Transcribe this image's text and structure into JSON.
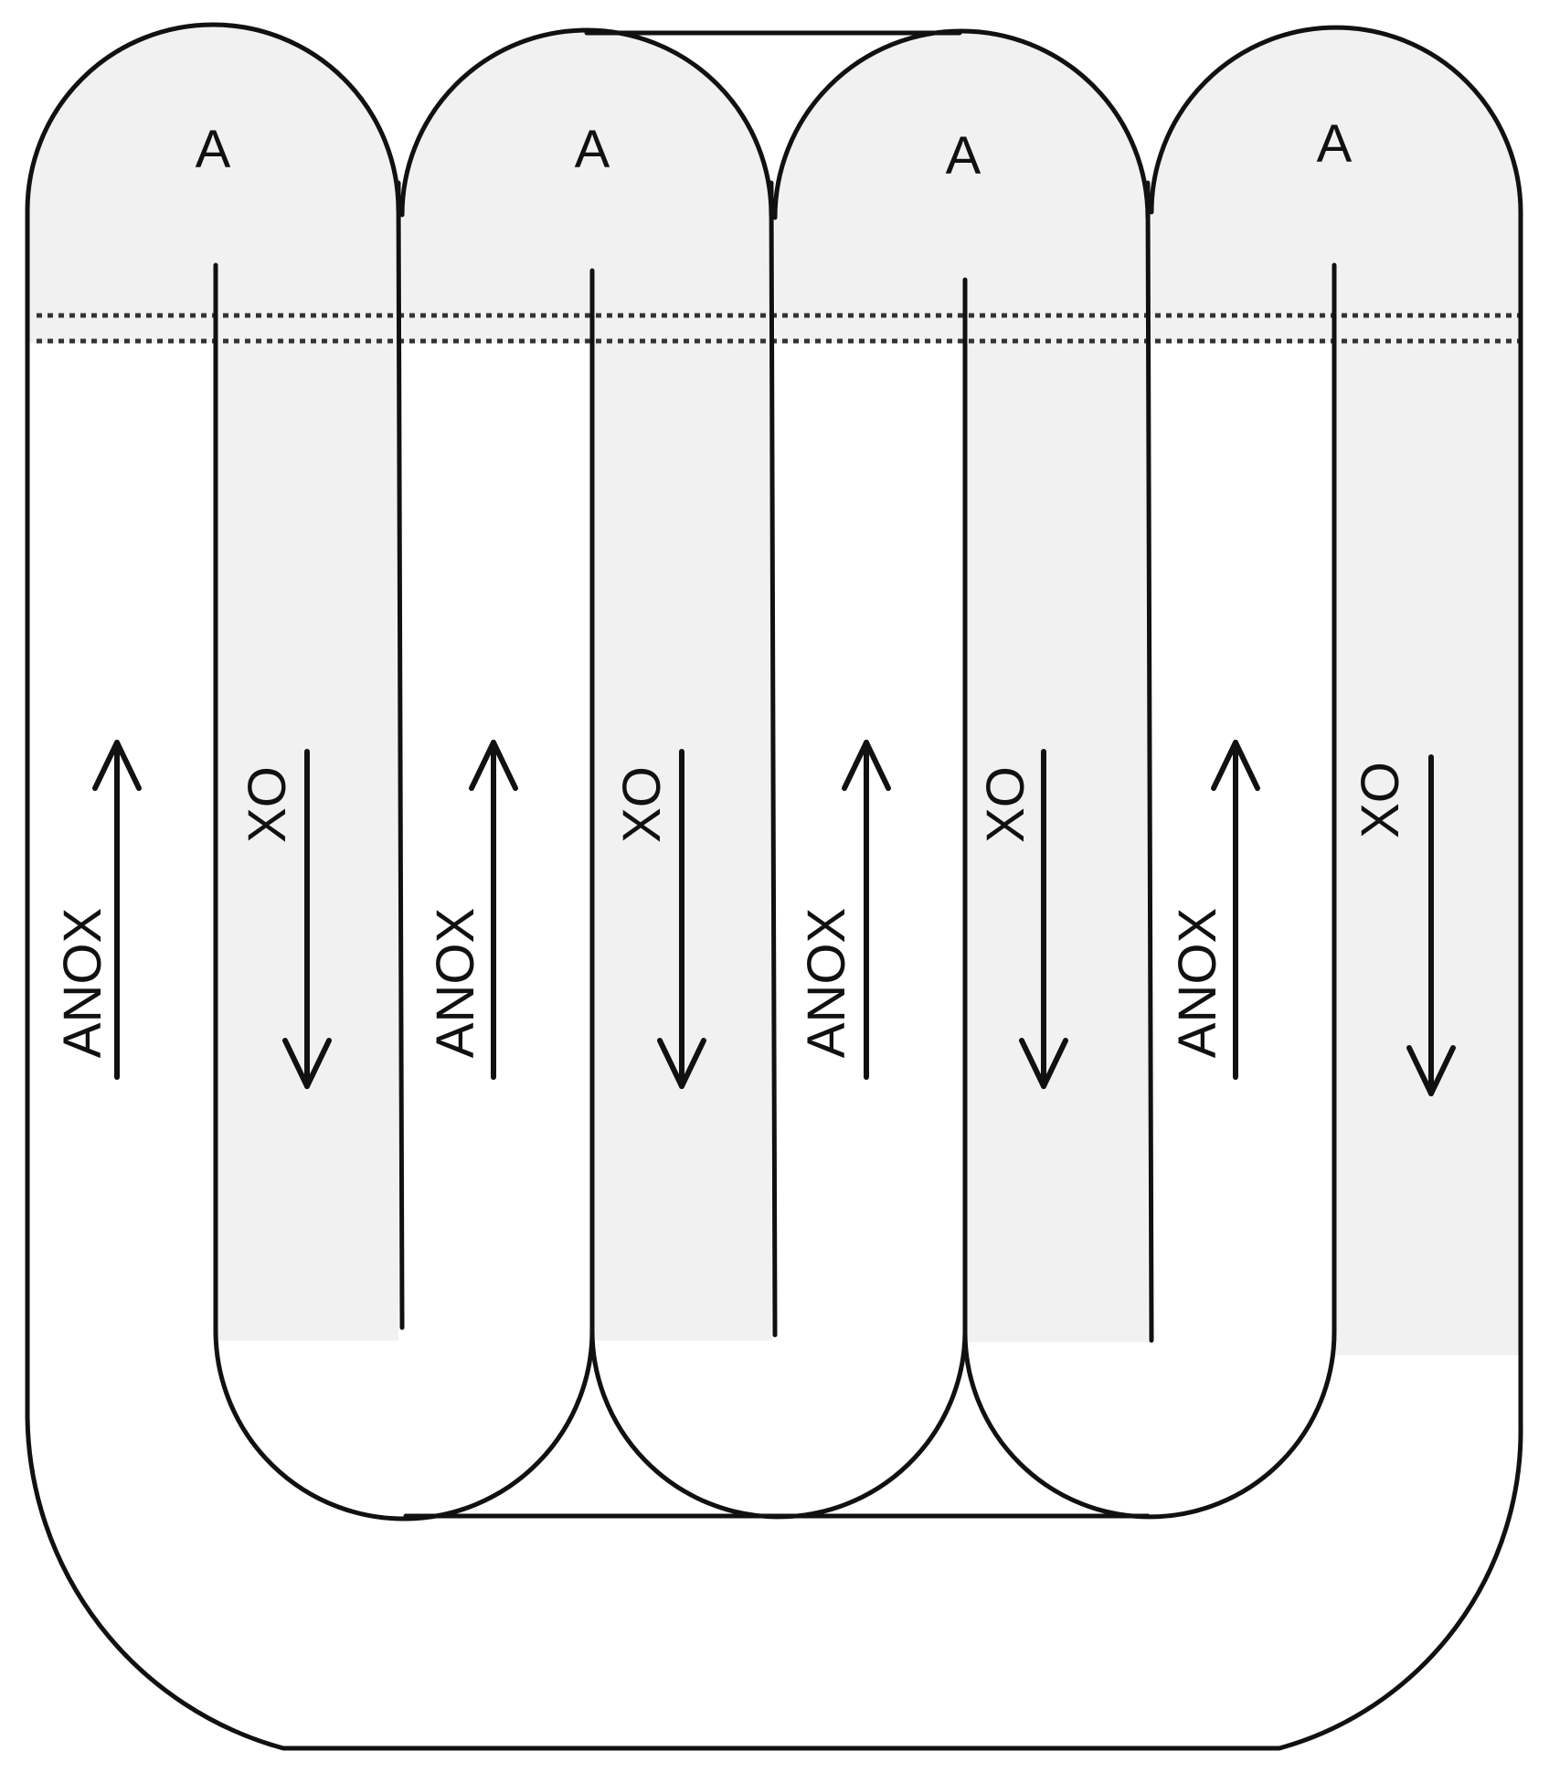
{
  "diagram": {
    "zones": [
      {
        "top_label": "A",
        "down_label": "XO",
        "up_label": "ANOX"
      },
      {
        "top_label": "A",
        "down_label": "XO",
        "up_label": "ANOX"
      },
      {
        "top_label": "A",
        "down_label": "XO",
        "up_label": "ANOX"
      },
      {
        "top_label": "A",
        "down_label": "XO",
        "up_label": "ANOX"
      }
    ],
    "colors": {
      "shade": "#f1f1f1",
      "stroke": "#111111",
      "background": "#ffffff"
    }
  }
}
